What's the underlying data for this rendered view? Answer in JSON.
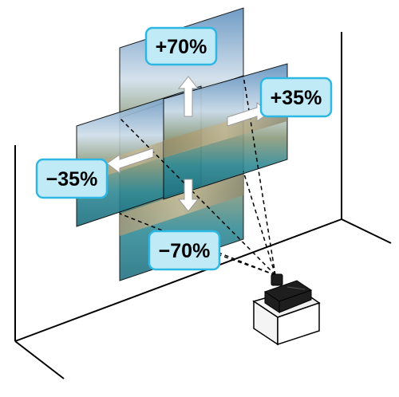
{
  "diagram": {
    "labels": {
      "up": "+70%",
      "right": "+35%",
      "left": "−35%",
      "down": "−70%"
    },
    "colors": {
      "label_fill": "#bfeaf6",
      "label_stroke": "#2fb7e4",
      "arrow": "#ffffff",
      "projector": "#1e1e1e",
      "line": "#000000"
    },
    "icons": {
      "projector": "projector-icon",
      "arrows": "arrow-icon"
    }
  }
}
